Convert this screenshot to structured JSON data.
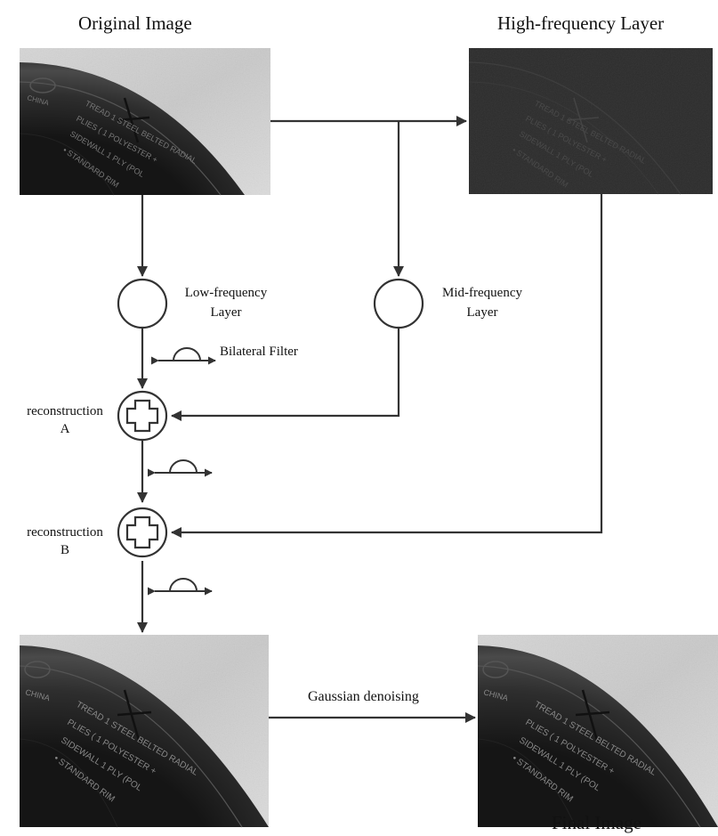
{
  "labels": {
    "original_image": "Original  Image",
    "high_frequency_layer": "High-frequency Layer",
    "low_frequency_layer": [
      "Low-frequency",
      "Layer"
    ],
    "mid_frequency_layer": [
      "Mid-frequency",
      "Layer"
    ],
    "bilateral_filter": "Bilateral Filter",
    "reconstruction_a": [
      "reconstruction",
      "A"
    ],
    "reconstruction_b": [
      "reconstruction",
      "B"
    ],
    "gaussian_denoising": "Gaussian denoising",
    "final_image": "Final Image"
  },
  "tire_text": {
    "line1": "TREAD 1 STEEL BELTED RADIAL",
    "line2": "PLIES ( 1 POLYESTER +",
    "line3": "SIDEWALL 1 PLY (POL",
    "line4": "• STANDARD RIM",
    "china": "CHINA"
  },
  "colors": {
    "line": "#333333",
    "background": "#ffffff",
    "high_frequency_panel": "#2c2c2c",
    "concrete": "#cfcfcf"
  }
}
